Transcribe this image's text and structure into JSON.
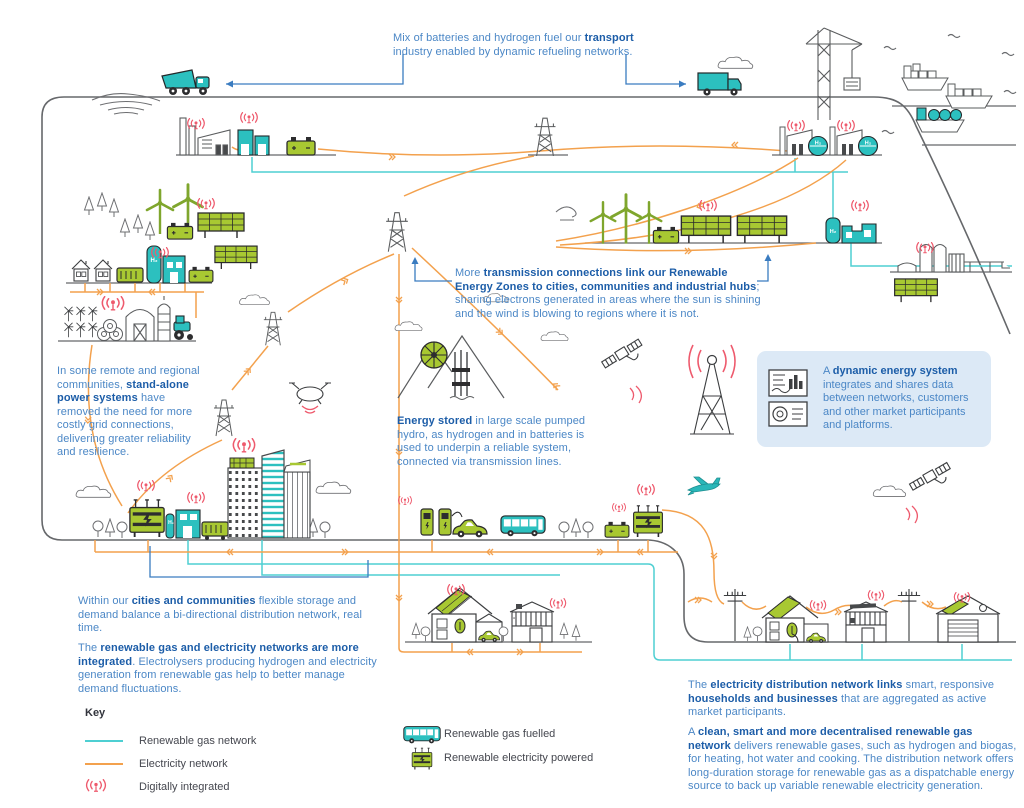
{
  "labels": {
    "h2": "H₂"
  },
  "annotations": {
    "transport": {
      "segments": [
        {
          "t": "Mix of batteries and hydrogen fuel our ",
          "b": false
        },
        {
          "t": "transport",
          "b": true
        },
        {
          "t": " industry enabled by dynamic refueling networks.",
          "b": false
        }
      ]
    },
    "transmission": {
      "segments": [
        {
          "t": "More ",
          "b": false
        },
        {
          "t": "transmission connections link our Renewable Energy Zones to cities, communities and industrial hubs",
          "b": true
        },
        {
          "t": "; sharing electrons generated in areas where the sun is shining and the wind is blowing to regions where it is not.",
          "b": false
        }
      ]
    },
    "remote": {
      "segments": [
        {
          "t": "In some remote and regional communities, ",
          "b": false
        },
        {
          "t": "stand-alone power systems",
          "b": true
        },
        {
          "t": " have removed the need for more costly grid connections, delivering greater reliability and resilience.",
          "b": false
        }
      ]
    },
    "energy_stored": {
      "segments": [
        {
          "t": "Energy stored",
          "b": true
        },
        {
          "t": " in large scale pumped hydro, as hydrogen and in batteries is used to underpin a reliable system, connected via transmission lines.",
          "b": false
        }
      ]
    },
    "dynamic_system": {
      "segments": [
        {
          "t": "A ",
          "b": false
        },
        {
          "t": "dynamic energy system",
          "b": true
        },
        {
          "t": " integrates and shares data between networks, customers and other market participants and platforms.",
          "b": false
        }
      ]
    },
    "cities": {
      "segments": [
        {
          "t": "Within our ",
          "b": false
        },
        {
          "t": "cities and communities",
          "b": true
        },
        {
          "t": " flexible storage and demand balance a bi-directional distribution network, real time.",
          "b": false
        }
      ]
    },
    "integrated": {
      "segments": [
        {
          "t": "The ",
          "b": false
        },
        {
          "t": "renewable gas and electricity networks are more integrated",
          "b": true
        },
        {
          "t": ". Electrolysers producing hydrogen and electricity generation from renewable gas help to better manage demand fluctuations.",
          "b": false
        }
      ]
    },
    "distribution": {
      "segments": [
        {
          "t": "The ",
          "b": false
        },
        {
          "t": "electricity distribution network links",
          "b": true
        },
        {
          "t": " smart, responsive ",
          "b": false
        },
        {
          "t": "households and businesses",
          "b": true
        },
        {
          "t": " that are aggregated as active market participants.",
          "b": false
        }
      ]
    },
    "gas_network": {
      "segments": [
        {
          "t": "A ",
          "b": false
        },
        {
          "t": "clean, smart and more decentralised renewable gas network",
          "b": true
        },
        {
          "t": " delivers renewable gases, such as hydrogen and biogas, for heating, hot water and cooking. The distribution network offers long-duration storage for renewable gas as a dispatchable energy source to back up variable renewable electricity generation.",
          "b": false
        }
      ]
    }
  },
  "legend": {
    "title": "Key",
    "items": [
      {
        "label": "Renewable gas network",
        "swatch": "teal-line"
      },
      {
        "label": "Electricity network",
        "swatch": "orange-line"
      },
      {
        "label": "Digitally integrated",
        "swatch": "signal-icon"
      }
    ],
    "vehicles": [
      {
        "label": "Renewable gas fuelled",
        "icon": "bus-icon"
      },
      {
        "label": "Renewable electricity powered",
        "icon": "transformer-icon"
      }
    ]
  },
  "colors": {
    "gas_network": "#4ecfd2",
    "electricity_network": "#f3a14d",
    "digitally_integrated": "#ee5a6d",
    "text_regular": "#4b87c6",
    "text_bold": "#1c5da8",
    "outline": "#66686b",
    "green": "#a8c832",
    "teal_fill": "#2cc0bf",
    "infobox_bg": "#dce9f6"
  }
}
